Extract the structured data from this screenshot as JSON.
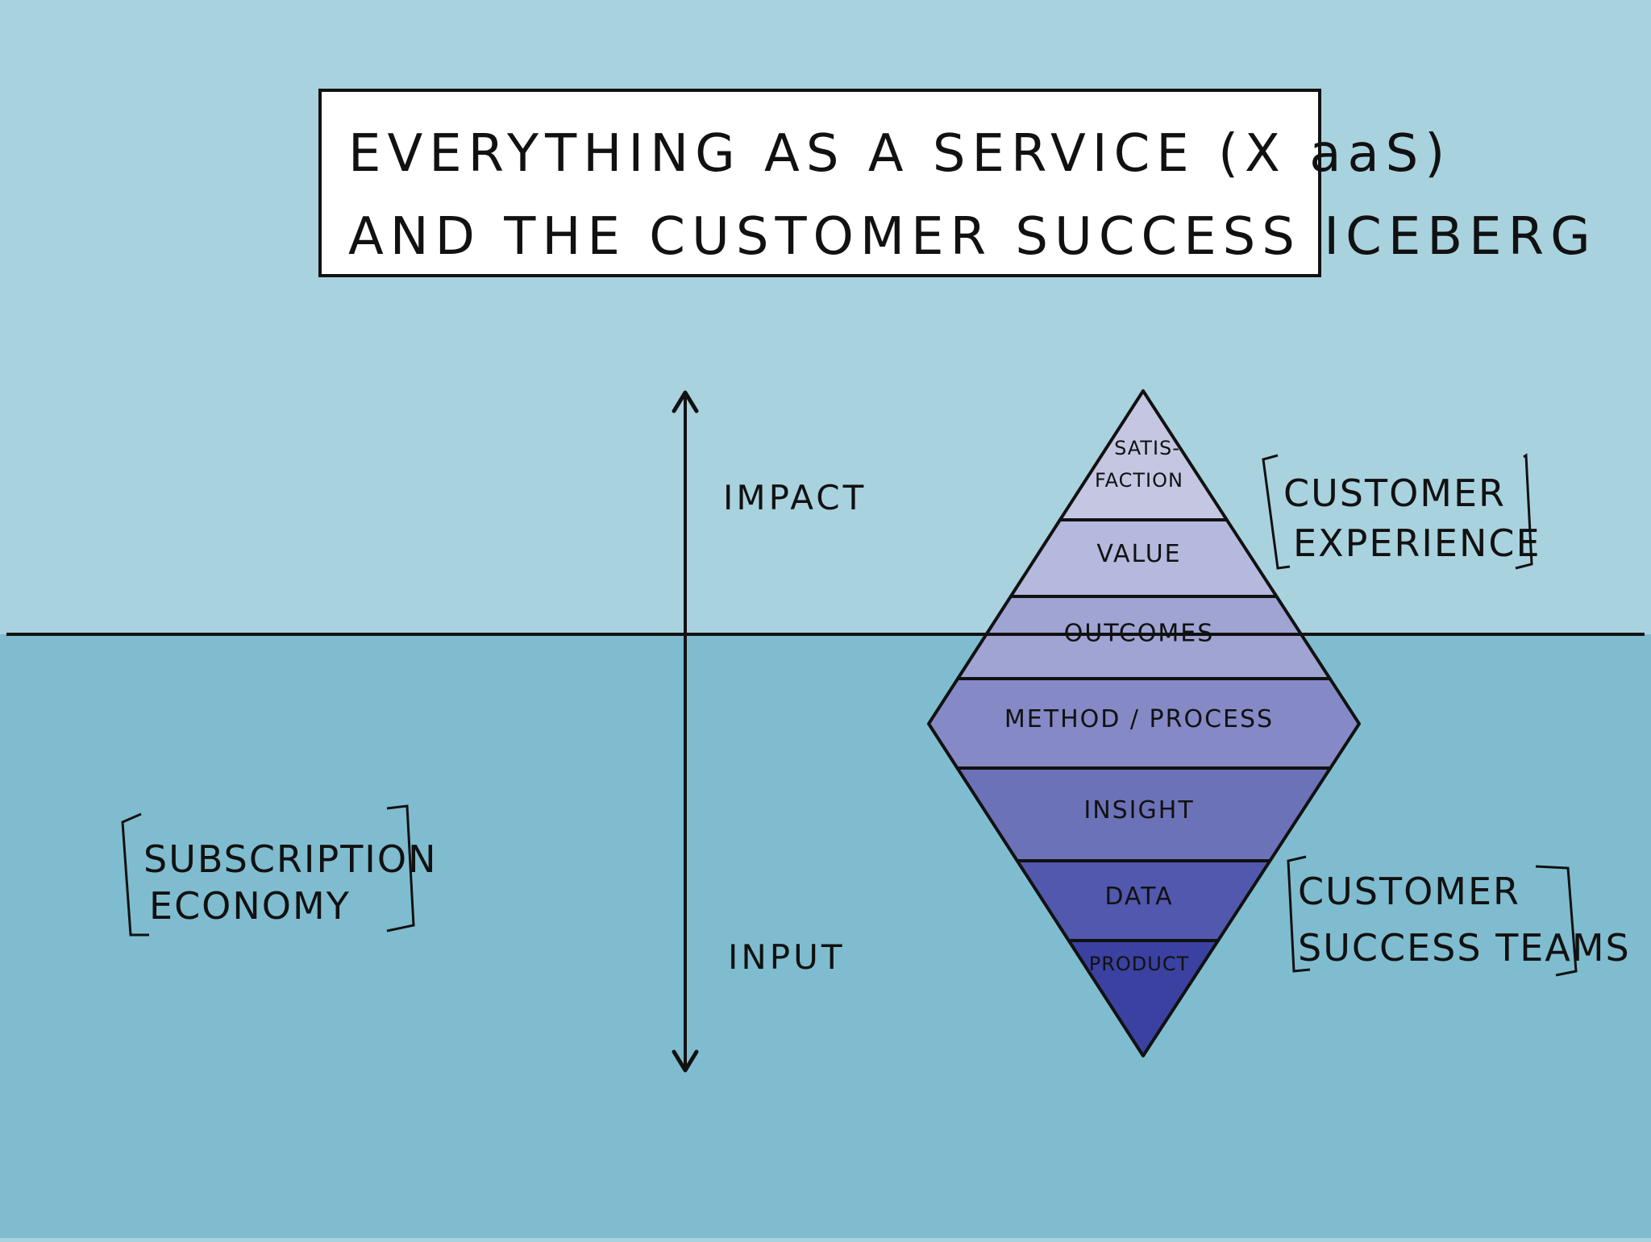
{
  "title": {
    "line1": "EVERYTHING AS A SERVICE (X aaS)",
    "line2": "AND THE CUSTOMER SUCCESS ICEBERG"
  },
  "axis": {
    "top_label": "IMPACT",
    "bottom_label": "INPUT"
  },
  "iceberg": {
    "layers": [
      {
        "label_line1": "SATIS-",
        "label_line2": "FACTION",
        "color": "#c5c7e2"
      },
      {
        "label_line1": "VALUE",
        "label_line2": "",
        "color": "#b5b9dd"
      },
      {
        "label_line1": "OUTCOMES",
        "label_line2": "",
        "color": "#a0a4d3"
      },
      {
        "label_line1": "METHOD / PROCESS",
        "label_line2": "",
        "color": "#8589c6"
      },
      {
        "label_line1": "INSIGHT",
        "label_line2": "",
        "color": "#6c72b8"
      },
      {
        "label_line1": "DATA",
        "label_line2": "",
        "color": "#5258ad"
      },
      {
        "label_line1": "PRODUCT",
        "label_line2": "",
        "color": "#3a41a0"
      }
    ]
  },
  "brackets": {
    "customer_experience": {
      "line1": "CUSTOMER",
      "line2": "EXPERIENCE"
    },
    "customer_success_teams": {
      "line1": "CUSTOMER",
      "line2": "SUCCESS TEAMS"
    },
    "subscription_economy": {
      "line1": "SUBSCRIPTION",
      "line2": "ECONOMY"
    }
  },
  "colors": {
    "sky": "#a9d2df",
    "water": "#80bccf",
    "ink": "#111111",
    "title_box": "#ffffff"
  }
}
